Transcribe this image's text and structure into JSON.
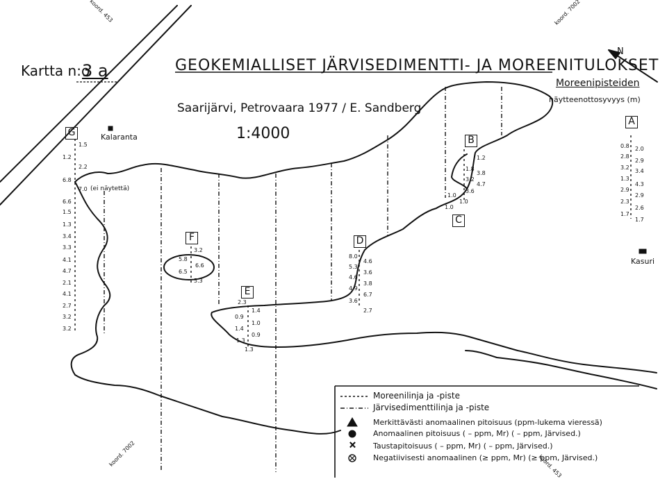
{
  "title": "GEOKEMIALLISET JÄRVISEDIMENTTI- JA MOREENITULOKSET",
  "map_number_prefix": "Kartta n:o",
  "map_number": "3 a",
  "subtitle": "Saarijärvi, Petrovaara 1977 / E. Sandberg",
  "scale": "1:4000",
  "north": "N",
  "moreeni_header": "Moreenipisteiden",
  "moreeni_subheader": "näytteenottosyvyys (m)",
  "coords": {
    "top_left": "koord. 453",
    "top_right": "koord. 7002",
    "bottom_left": "koord. 7002",
    "bottom_right": "koord. 453"
  },
  "places": {
    "kalaranta": "Kalaranta",
    "kasuri": "Kasuri"
  },
  "not_sampled": "(ei näytettä)",
  "sites": {
    "A": {
      "label": "A",
      "left": [
        "0.8",
        "2.8",
        "3.2",
        "1.3",
        "2.9",
        "2.3",
        "1.7"
      ],
      "right": [
        "2.0",
        "2.9",
        "3.4",
        "4.3",
        "2.9",
        "2.6",
        "1.7"
      ]
    },
    "B": {
      "label": "B",
      "values": [
        "1.2",
        "1.8",
        "3.8",
        "3.2",
        "4.7",
        "3.6",
        "1.0",
        "1.0"
      ]
    },
    "C": {
      "label": "C",
      "values": [
        "1.0"
      ]
    },
    "D": {
      "label": "D",
      "left": [
        "8.0",
        "5.3",
        "4.6",
        "4.9",
        "3.6"
      ],
      "right": [
        "4.6",
        "3.6",
        "3.8",
        "6.7",
        "2.7"
      ]
    },
    "E": {
      "label": "E",
      "values": [
        "2.3",
        "1.4",
        "0.9",
        "1.0",
        "1.4",
        "0.9",
        "1.3",
        "1.3"
      ]
    },
    "F": {
      "label": "F",
      "values": [
        "3.2",
        "5.8",
        "6.6",
        "6.5",
        "5.3"
      ]
    },
    "G": {
      "label": "G",
      "left": [
        "1.2",
        "6.8",
        "6.6",
        "1.5",
        "1.3",
        "3.4",
        "3.3",
        "4.1",
        "4.7",
        "2.1",
        "4.1",
        "2.7",
        "3.2",
        "3.2"
      ],
      "right": [
        "1.5",
        "2.2",
        "7.0"
      ]
    }
  },
  "legend": {
    "moraine_line": "Moreenilinja ja -piste",
    "sediment_line": "Järvisedimenttilinja ja -piste",
    "sym1": "Merkittävästi anomaalinen pitoisuus (ppm-lukema vieressä)",
    "sym2": "Anomaalinen pitoisuus (     –     ppm, Mr) (     –     ppm, Järvised.)",
    "sym3": "Taustapitoisuus (     –     ppm, Mr) (     –     ppm, Järvised.)",
    "sym4": "Negatiivisesti anomaalinen (≥     ppm, Mr) (≥     ppm, Järvised.)"
  }
}
